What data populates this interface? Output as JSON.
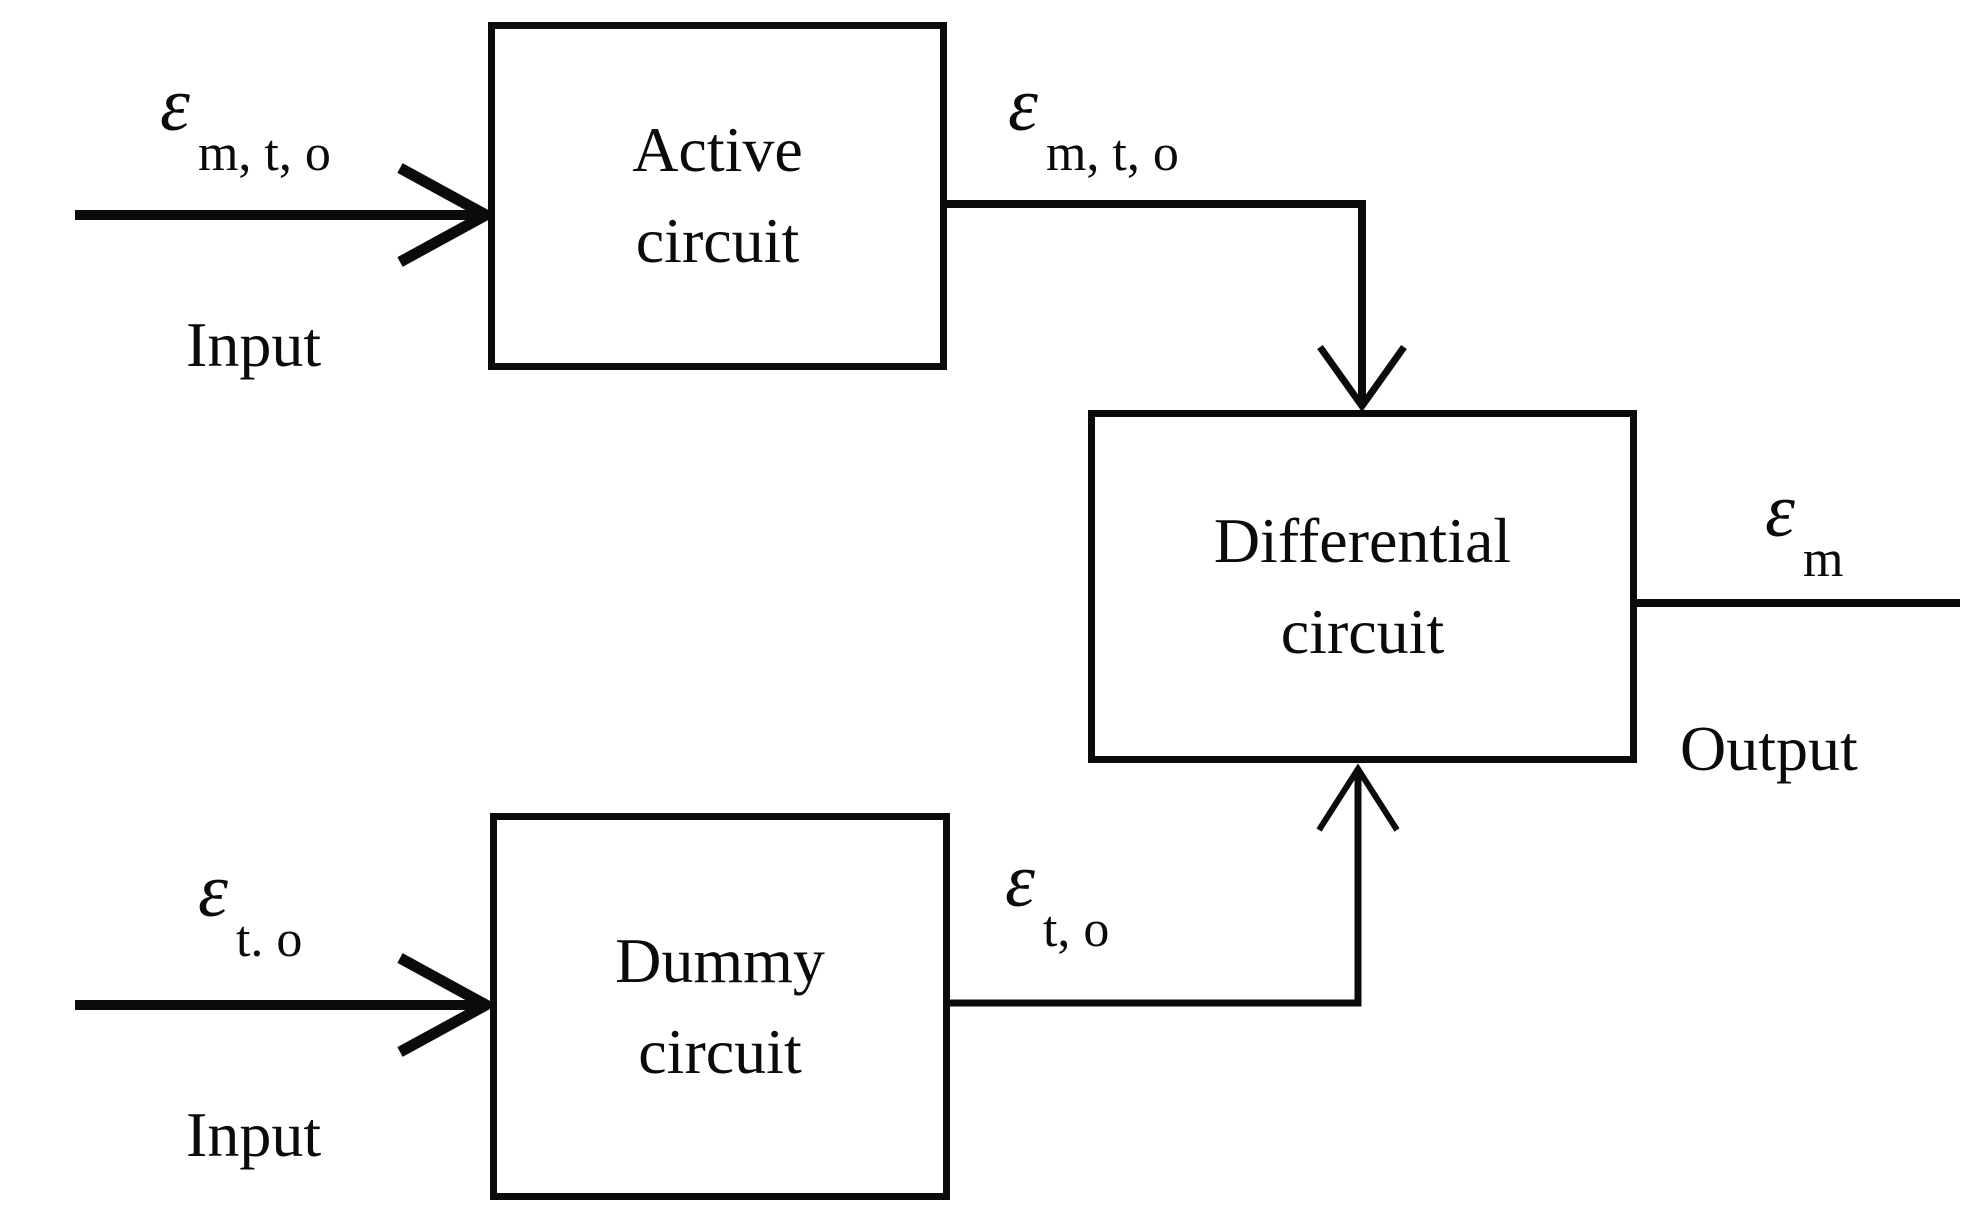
{
  "diagram": {
    "blocks": {
      "active": {
        "line1": "Active",
        "line2": "circuit"
      },
      "differential": {
        "line1": "Differential",
        "line2": "circuit"
      },
      "dummy": {
        "line1": "Dummy",
        "line2": "circuit"
      }
    },
    "labels": {
      "input_top_signal": {
        "symbol": "ε",
        "subscript": "m, t, o"
      },
      "active_output_signal": {
        "symbol": "ε",
        "subscript": "m, t, o"
      },
      "input_bottom_signal": {
        "symbol": "ε",
        "subscript": "t. o"
      },
      "dummy_output_signal": {
        "symbol": "ε",
        "subscript": "t, o"
      },
      "output_signal": {
        "symbol": "ε",
        "subscript": "m"
      },
      "input_top_caption": "Input",
      "input_bottom_caption": "Input",
      "output_caption": "Output"
    },
    "colors": {
      "line": "#0b0b0b",
      "background": "#ffffff"
    }
  }
}
